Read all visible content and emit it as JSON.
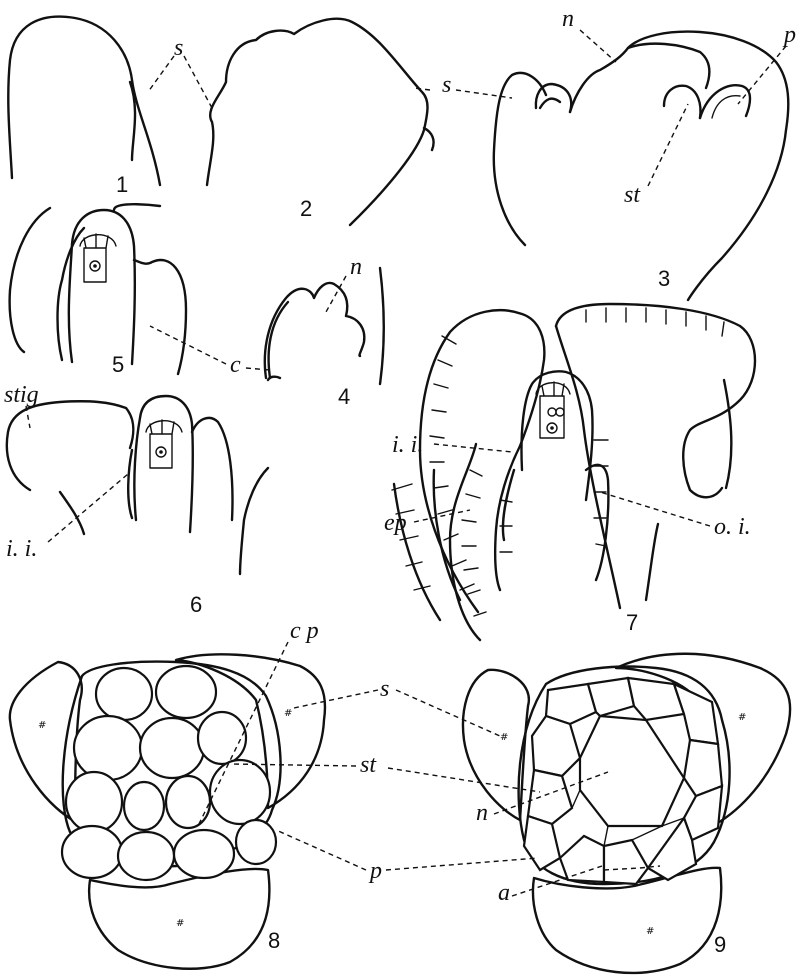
{
  "figure_numbers": [
    "1",
    "2",
    "3",
    "4",
    "5",
    "6",
    "7",
    "8",
    "9"
  ],
  "labels": {
    "fig1_2_s": "s",
    "fig3_n": "n",
    "fig3_p": "p",
    "fig3_st": "st",
    "fig4_n": "n",
    "fig5_4_c": "c",
    "fig6_stig": "stig",
    "fig6_ii": "i. i.",
    "fig7_ii": "i. i.",
    "fig7_ep": "ep",
    "fig7_oi": "o. i.",
    "fig8_cp": "c p",
    "fig8_9_s": "s",
    "fig8_9_st": "st",
    "fig9_n": "n",
    "fig8_9_p": "p",
    "fig9_a": "a"
  }
}
